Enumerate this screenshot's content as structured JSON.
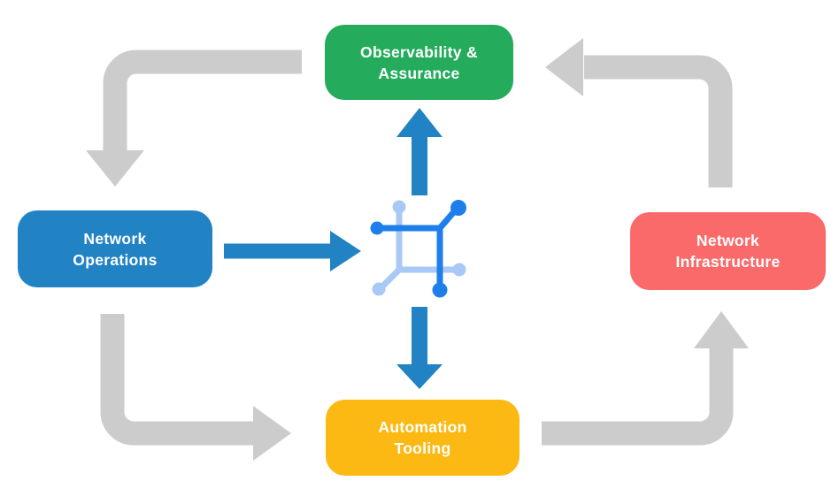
{
  "page": {
    "background": "#FFFFFF"
  },
  "diagram": {
    "label_text_color": "#FFFFFF",
    "cycle_arrow_color": "#CCCCCC",
    "primary_arrow_color": "#2183C4",
    "nodes": {
      "observability": {
        "label": "Observability &\nAssurance",
        "color": "#24AC5C"
      },
      "operations": {
        "label": "Network\nOperations",
        "color": "#2183C4"
      },
      "infrastructure": {
        "label": "Network\nInfrastructure",
        "color": "#FA6A6A"
      },
      "automation": {
        "label": "Automation\nTooling",
        "color": "#FCB914"
      }
    },
    "center_icon": {
      "name": "network-fabric-icon",
      "dark_color": "#1E7FEA",
      "light_color": "#A8C9F6"
    },
    "flows": {
      "primary": [
        {
          "from": "Network Operations",
          "to": "network-fabric-icon"
        },
        {
          "from": "network-fabric-icon",
          "to": "Observability & Assurance"
        },
        {
          "from": "network-fabric-icon",
          "to": "Automation Tooling"
        }
      ],
      "cycle": [
        {
          "from": "Observability & Assurance",
          "to": "Network Operations"
        },
        {
          "from": "Network Operations",
          "to": "Automation Tooling"
        },
        {
          "from": "Automation Tooling",
          "to": "Network Infrastructure"
        },
        {
          "from": "Network Infrastructure",
          "to": "Observability & Assurance"
        }
      ]
    }
  }
}
